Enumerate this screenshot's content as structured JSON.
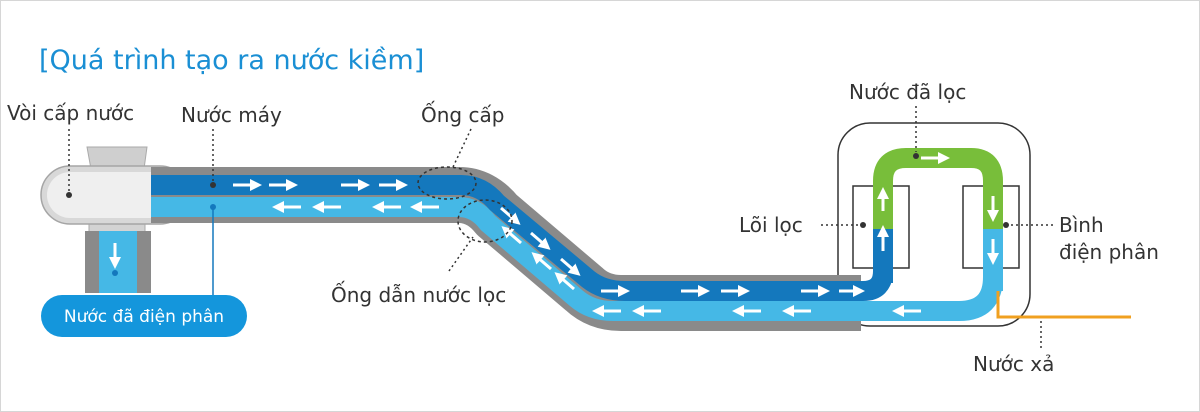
{
  "title": "[Quá trình tạo ra nước kiềm]",
  "labels": {
    "faucet": "Vòi cấp nước",
    "tap_water": "Nước máy",
    "supply_pipe": "Ống cấp",
    "filtered_pipe": "Ống dẫn nước lọc",
    "filtered_water": "Nước đã lọc",
    "filter_core": "Lõi lọc",
    "electrolytic_cell_line1": "Bình",
    "electrolytic_cell_line2": "điện phân",
    "waste_water": "Nước xả",
    "alkaline_output": "Nước đã điện phân"
  },
  "colors": {
    "title": "#1a8fd4",
    "text": "#333333",
    "pipe_outer": "#8a8a8a",
    "supply_flow": "#1478bd",
    "filtered_flow": "#45b8e6",
    "filter_green": "#78be3a",
    "waste_orange": "#f0a020",
    "badge_bg": "#1496dc",
    "badge_text": "#ffffff"
  }
}
